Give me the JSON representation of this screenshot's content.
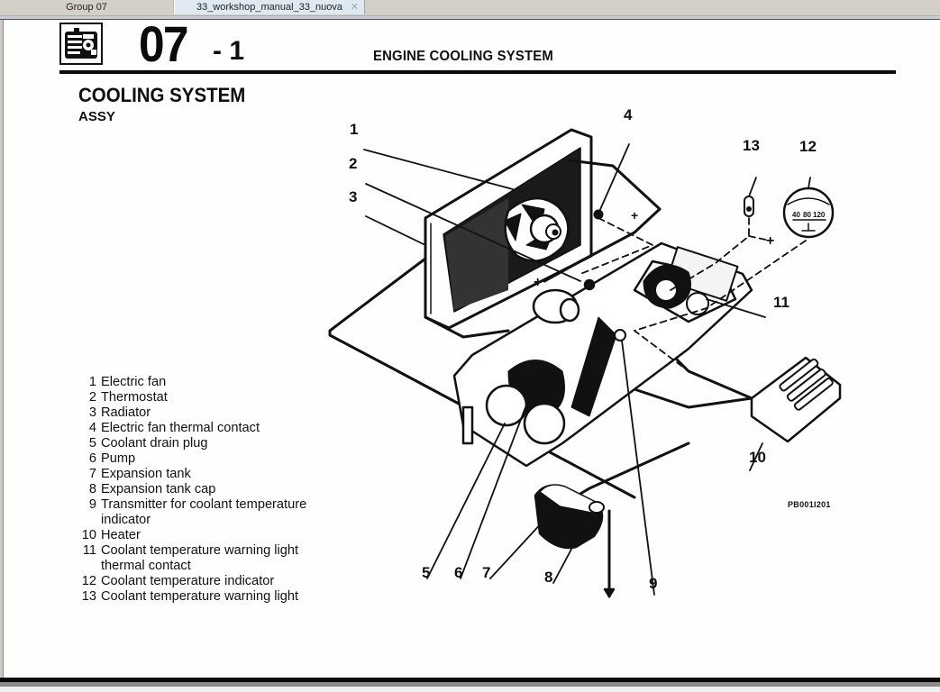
{
  "tabs": [
    {
      "label": "Group 07",
      "active": false
    },
    {
      "label": "33_workshop_manual_33_nuova",
      "active": true,
      "close_icon": "close-icon"
    }
  ],
  "header": {
    "chapter_number": "07",
    "chapter_sub": "- 1",
    "section_title": "ENGINE COOLING SYSTEM",
    "icon": "engine-cooling-icon"
  },
  "page": {
    "title": "COOLING SYSTEM",
    "subtitle": "ASSY",
    "figure_reference": "PB001I201"
  },
  "legend": [
    {
      "num": "1",
      "text": "Electric fan"
    },
    {
      "num": "2",
      "text": "Thermostat"
    },
    {
      "num": "3",
      "text": "Radiator"
    },
    {
      "num": "4",
      "text": "Electric fan thermal contact"
    },
    {
      "num": "5",
      "text": "Coolant drain plug"
    },
    {
      "num": "6",
      "text": "Pump"
    },
    {
      "num": "7",
      "text": "Expansion tank"
    },
    {
      "num": "8",
      "text": "Expansion tank cap"
    },
    {
      "num": "9",
      "text": "Transmitter for coolant temperature",
      "cont": "indicator"
    },
    {
      "num": "10",
      "text": "Heater"
    },
    {
      "num": "11",
      "text": "Coolant temperature warning light",
      "cont": "thermal contact"
    },
    {
      "num": "12",
      "text": "Coolant temperature indicator"
    },
    {
      "num": "13",
      "text": "Coolant temperature warning light"
    }
  ],
  "callouts": [
    "1",
    "2",
    "3",
    "4",
    "5",
    "6",
    "7",
    "8",
    "9",
    "10",
    "11",
    "12",
    "13"
  ],
  "gauge_scale": [
    "40",
    "80",
    "120"
  ],
  "polarity_marks": [
    "+",
    "+",
    "+"
  ]
}
